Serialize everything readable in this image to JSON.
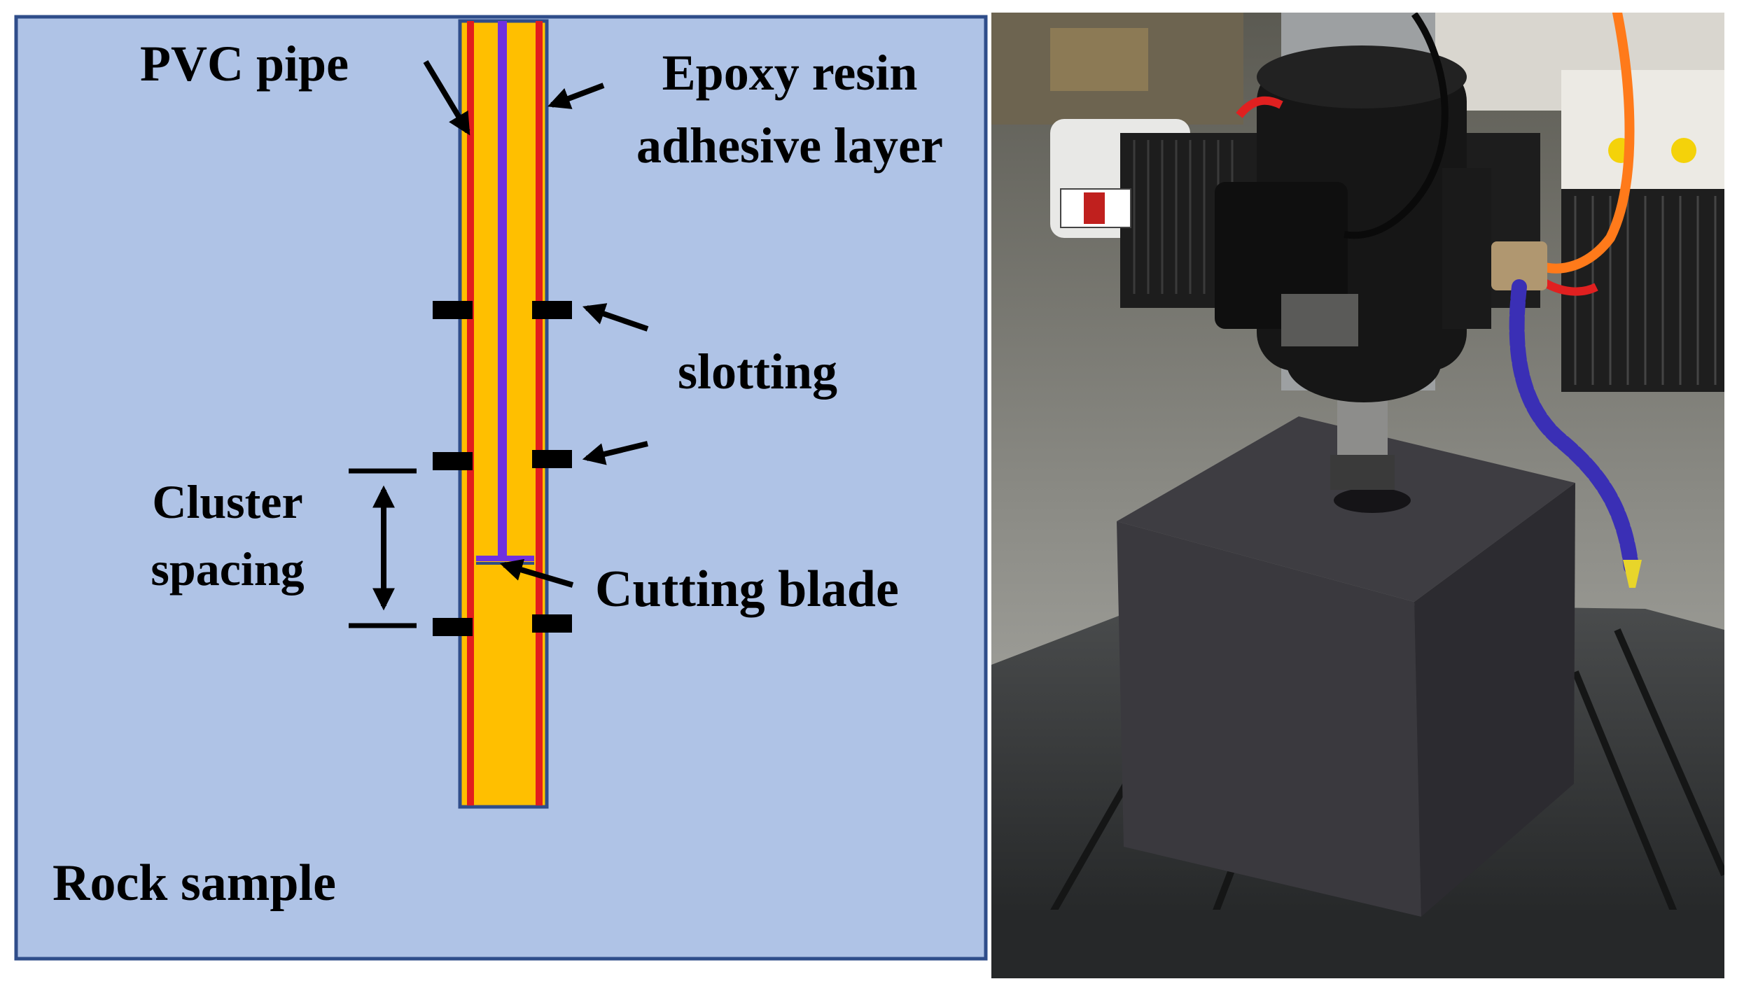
{
  "diagram": {
    "labels": {
      "pvc_pipe": "PVC pipe",
      "epoxy_line1": "Epoxy resin",
      "epoxy_line2": "adhesive layer",
      "slotting": "slotting",
      "cluster_line1": "Cluster",
      "cluster_line2": "spacing",
      "cutting_blade": "Cutting blade",
      "rock_sample": "Rock sample"
    },
    "colors": {
      "rock_background": "#afc3e6",
      "border": "#2f4d8a",
      "pipe_fill": "#ffbf00",
      "pvc_line": "#e21d1d",
      "blade_line": "#7030e0",
      "marker": "#000000"
    }
  },
  "photo": {
    "colors": {
      "table": "#2b2d2e",
      "rock_top": "#3e3d42",
      "rock_front": "#3a393e",
      "rock_side": "#2c2b30",
      "motor": "#161616",
      "gantry": "#d6d6d2",
      "orange_hose": "#ff7a1a",
      "blue_hose": "#3a2fb5"
    }
  }
}
